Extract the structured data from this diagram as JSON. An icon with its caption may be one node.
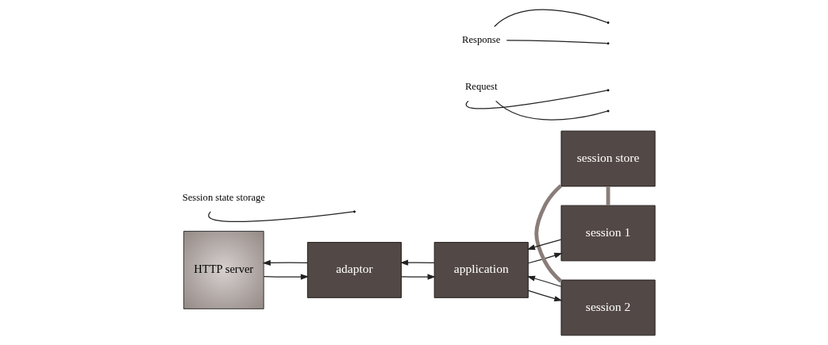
{
  "diagram": {
    "nodes": [
      {
        "text": [
          "HTTP server"
        ]
      },
      {
        "text": [
          "adaptor"
        ]
      },
      {
        "text": [
          "application"
        ]
      },
      {
        "text": [
          "session store"
        ]
      },
      {
        "text": [
          "session 1"
        ]
      },
      {
        "text": [
          "session 2"
        ]
      },
      {
        "text": [
          "Request"
        ]
      },
      {
        "text": [
          "Response"
        ]
      },
      {
        "text": [
          "Session state storage"
        ]
      }
    ],
    "edges": [
      {
        "from": 0,
        "to": 1,
        "arrow": "to"
      },
      {
        "from": 1,
        "to": 0,
        "arrow": "to"
      },
      {
        "from": 1,
        "to": 2,
        "arrow": "to"
      },
      {
        "from": 2,
        "to": 1,
        "arrow": "to"
      },
      {
        "from": 2,
        "to": 4,
        "arrow": "to"
      },
      {
        "from": 4,
        "to": 2,
        "arrow": "to"
      },
      {
        "from": 2,
        "to": 5,
        "arrow": "to"
      },
      {
        "from": 5,
        "to": 2,
        "arrow": "to"
      },
      {
        "from": 3,
        "to": 4,
        "arrow": "none",
        "style": "thick",
        "color": "#8a7d79"
      },
      {
        "from": 3,
        "to": 5,
        "arrow": "none",
        "style": "thick",
        "color": "#8a7d79"
      },
      {
        "from": 6,
        "to": null,
        "arrow": "none",
        "color": "#222222"
      },
      {
        "from": 6,
        "to": null,
        "arrow": "none",
        "color": "#222222"
      },
      {
        "from": 7,
        "to": null,
        "arrow": "none",
        "color": "#222222"
      },
      {
        "from": 7,
        "to": null,
        "arrow": "none",
        "color": "#222222"
      },
      {
        "from": 8,
        "to": null,
        "arrow": "none",
        "color": "#222222"
      }
    ]
  }
}
